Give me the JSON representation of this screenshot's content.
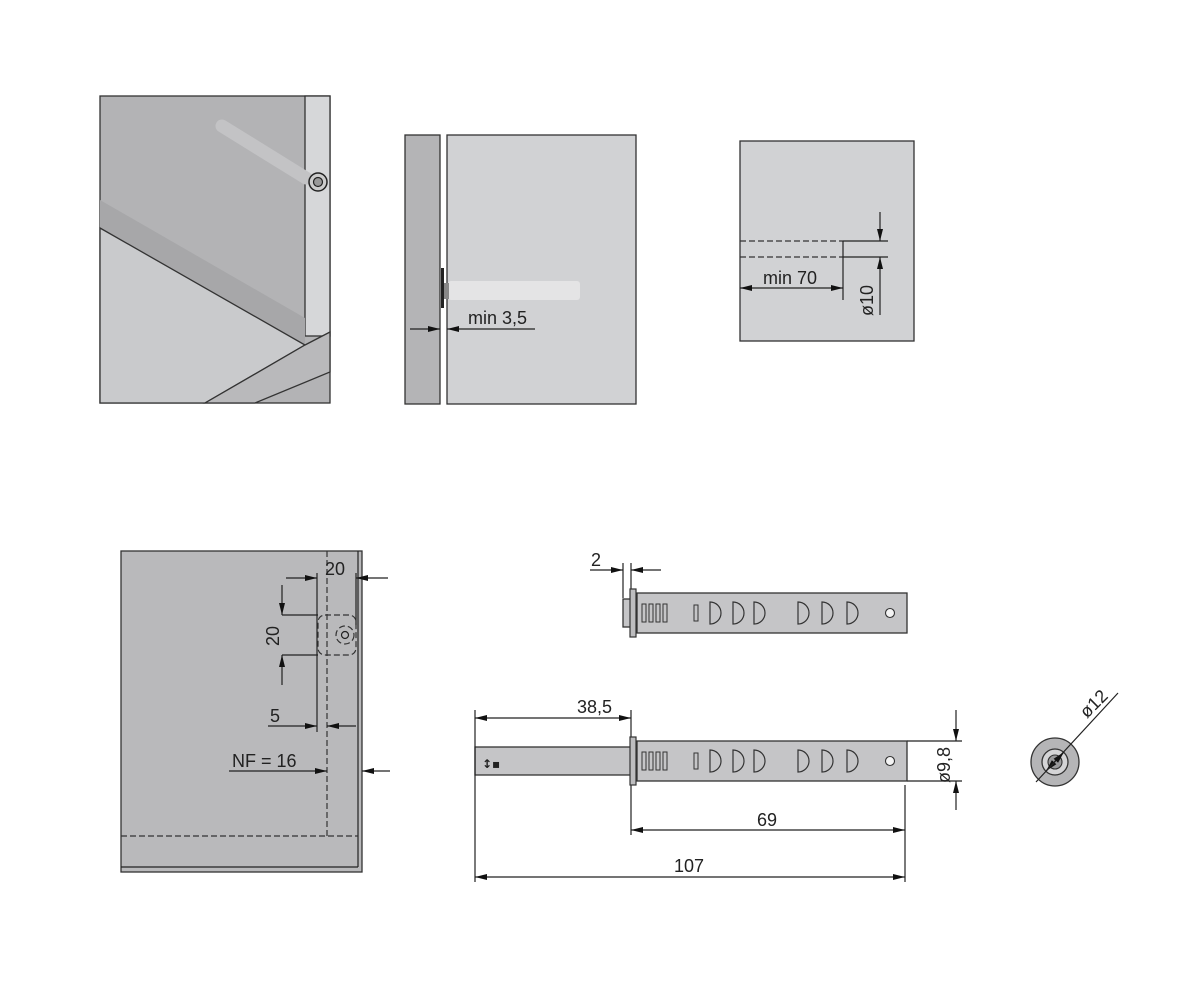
{
  "drawing": {
    "views": {
      "isometric": {
        "name": "cabinet-isometric-view"
      },
      "side_section": {
        "min_gap_label": "min 3,5"
      },
      "drill_hole": {
        "depth_label": "min 70",
        "diameter_label": "ø10"
      },
      "front_layout": {
        "horizontal_offset_label": "20",
        "vertical_size_label": "20",
        "inset_label": "5",
        "panel_thickness_label": "NF = 16"
      },
      "pin_retracted": {
        "flange_label": "2"
      },
      "pin_extended": {
        "stroke_label": "38,5",
        "body_length_label": "69",
        "total_length_label": "107",
        "diameter_label": "ø9,8"
      },
      "end_view": {
        "diameter_label": "ø12"
      }
    }
  },
  "colors": {
    "panel_dark": "#b4b4b6",
    "panel_light": "#d1d2d4",
    "line": "#222222"
  }
}
